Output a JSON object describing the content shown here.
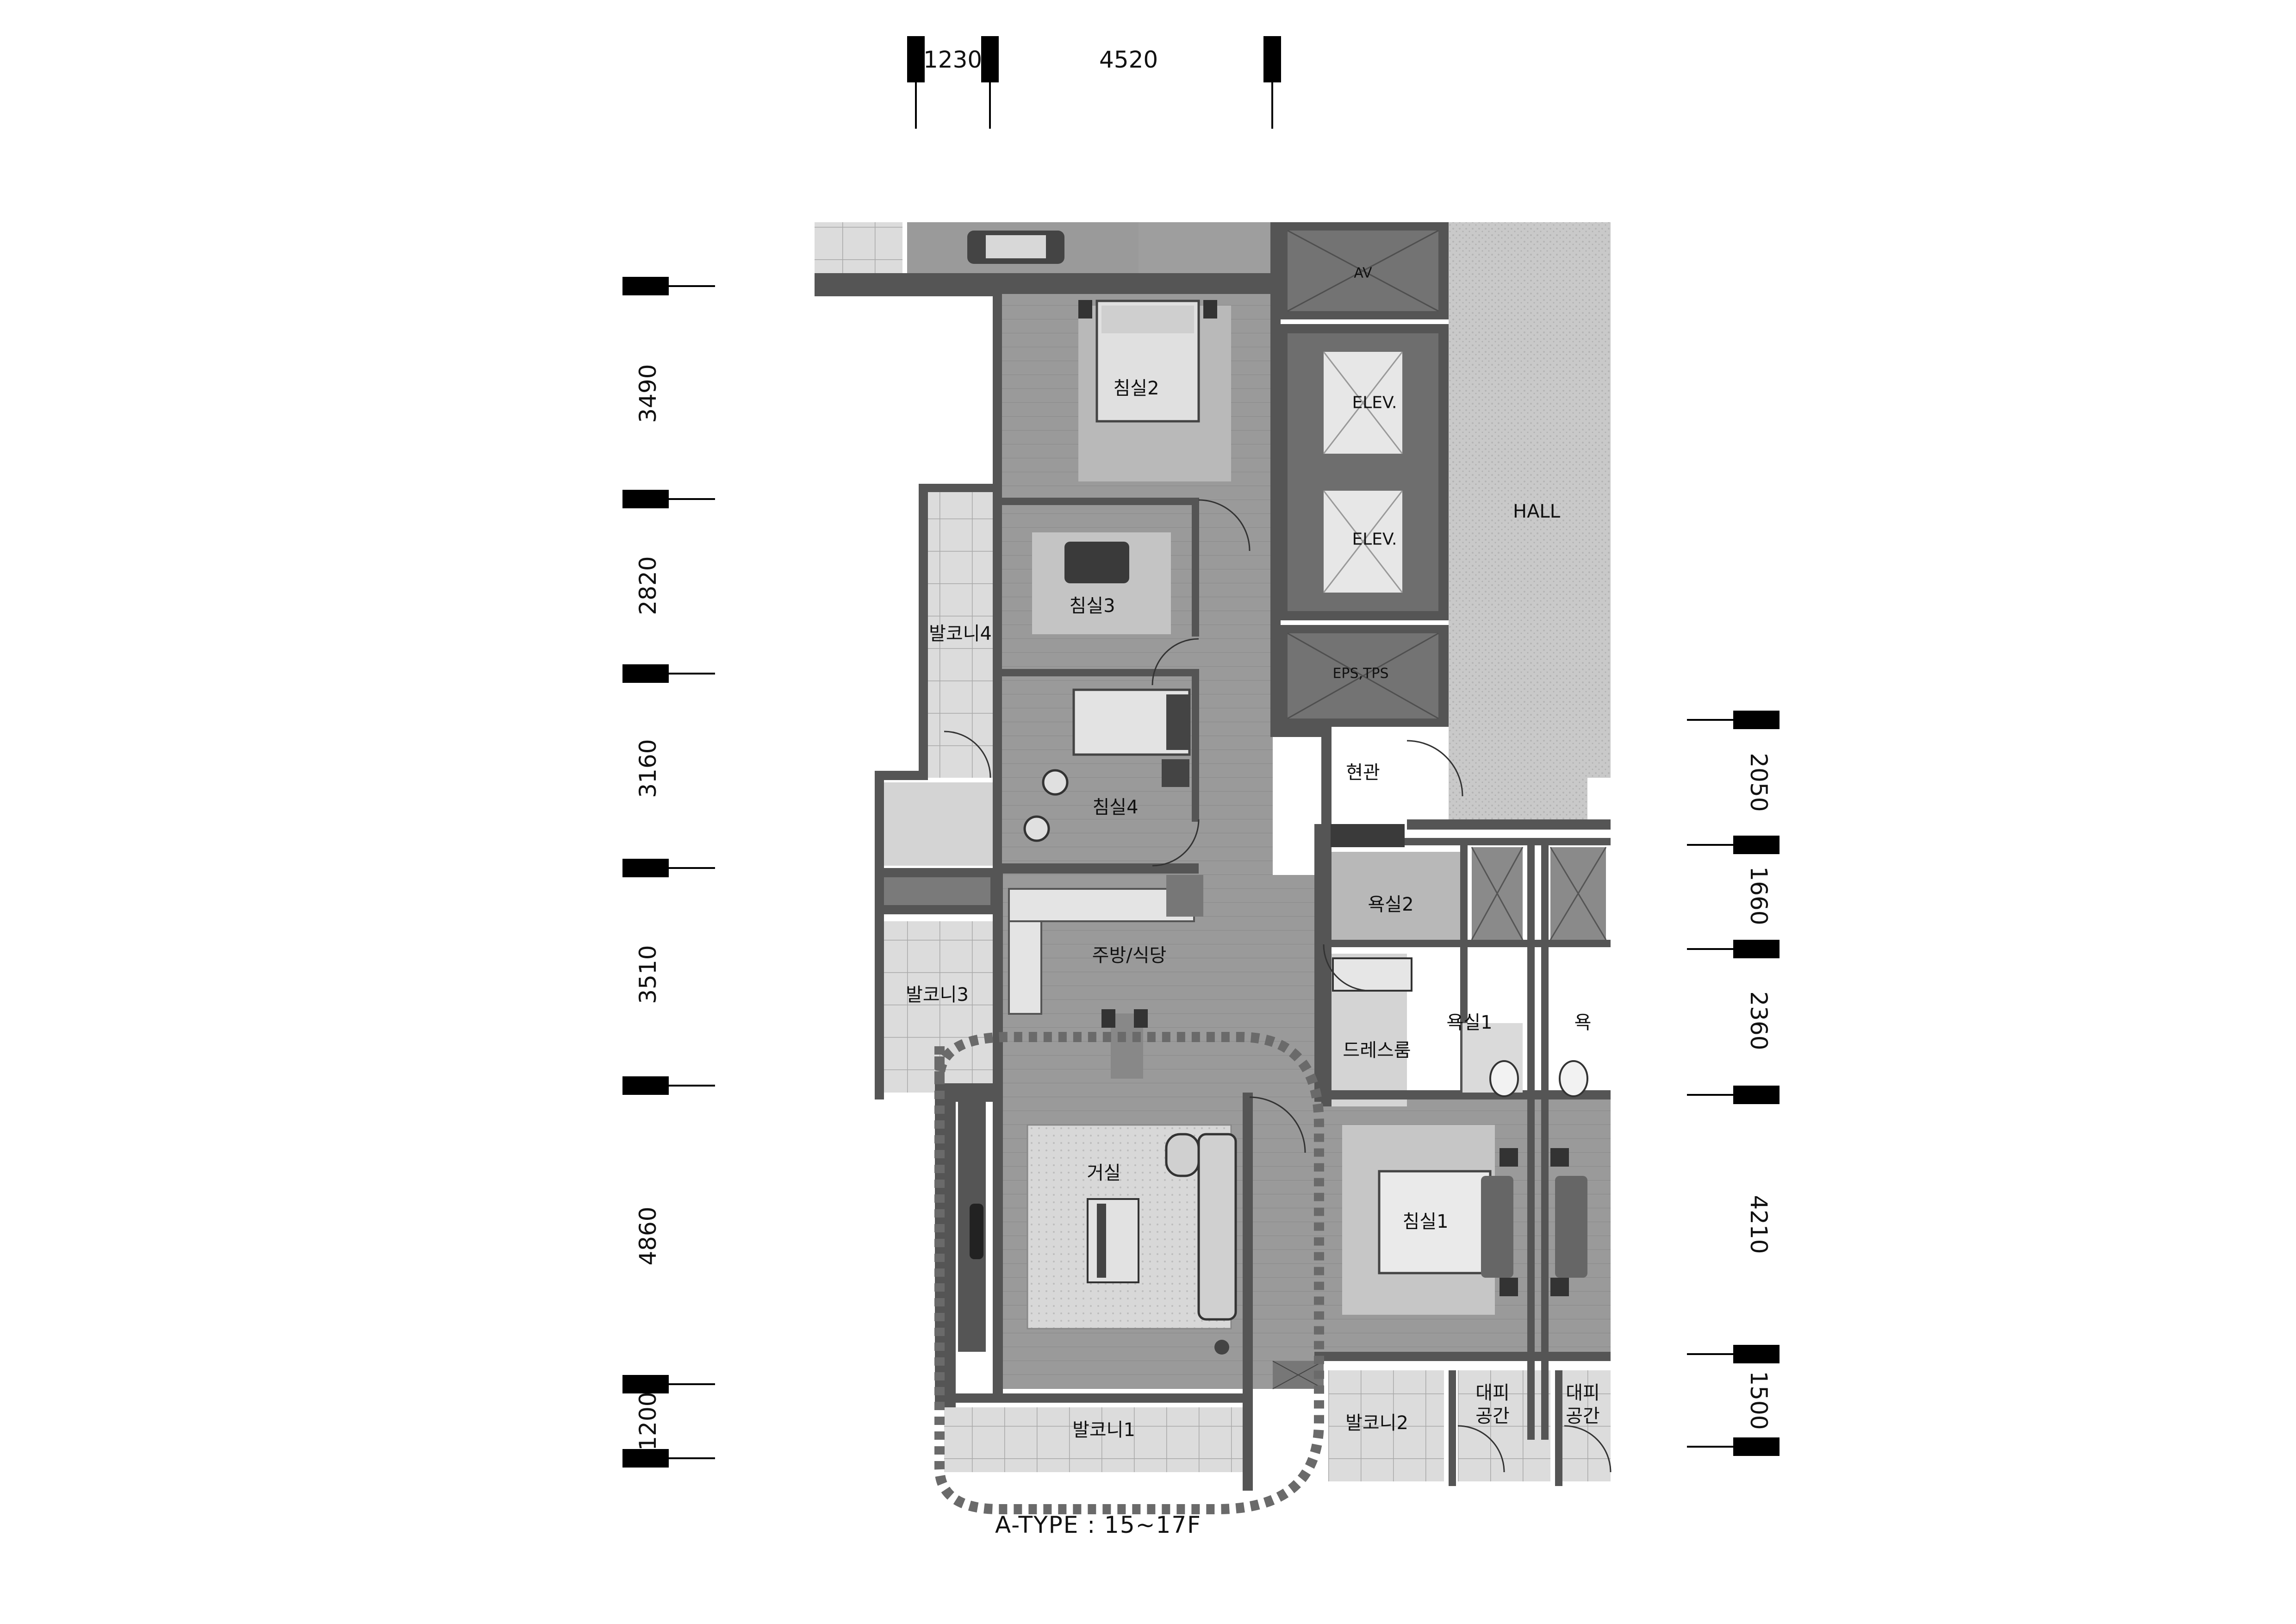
{
  "plan": {
    "caption": "A-TYPE : 15~17F",
    "rooms": {
      "av": "AV",
      "bed2": "침실2",
      "elev1": "ELEV.",
      "elev2": "ELEV.",
      "hall": "HALL",
      "bed3": "침실3",
      "balcony4": "발코니4",
      "eps": "EPS,TPS",
      "bed4": "침실4",
      "entrance": "현관",
      "kitchen": "주방/식당",
      "bath2": "욕실2",
      "balcony3": "발코니3",
      "dressroom": "드레스룸",
      "bath1": "욕실1",
      "bath1_partial": "욕",
      "living": "거실",
      "bed1": "침실1",
      "balcony1": "발코니1",
      "balcony2": "발코니2",
      "refuge1_line1": "대피",
      "refuge1_line2": "공간",
      "refuge2_line1": "대피",
      "refuge2_line2": "공간"
    }
  },
  "dimensions": {
    "top": [
      "1230",
      "4520"
    ],
    "left": [
      "3490",
      "2820",
      "3160",
      "3510",
      "4860",
      "1200"
    ],
    "right": [
      "2050",
      "1660",
      "2360",
      "4210",
      "1500"
    ]
  },
  "colors": {
    "wall": "#555555",
    "floor": "#9e9e9e",
    "hall": "#c4c4c4",
    "core": "#6e6e6e",
    "balcony": "#dcdcdc",
    "rug": "#d6d6d6",
    "dashed": "#6a6a6a",
    "tick": "#000000"
  }
}
